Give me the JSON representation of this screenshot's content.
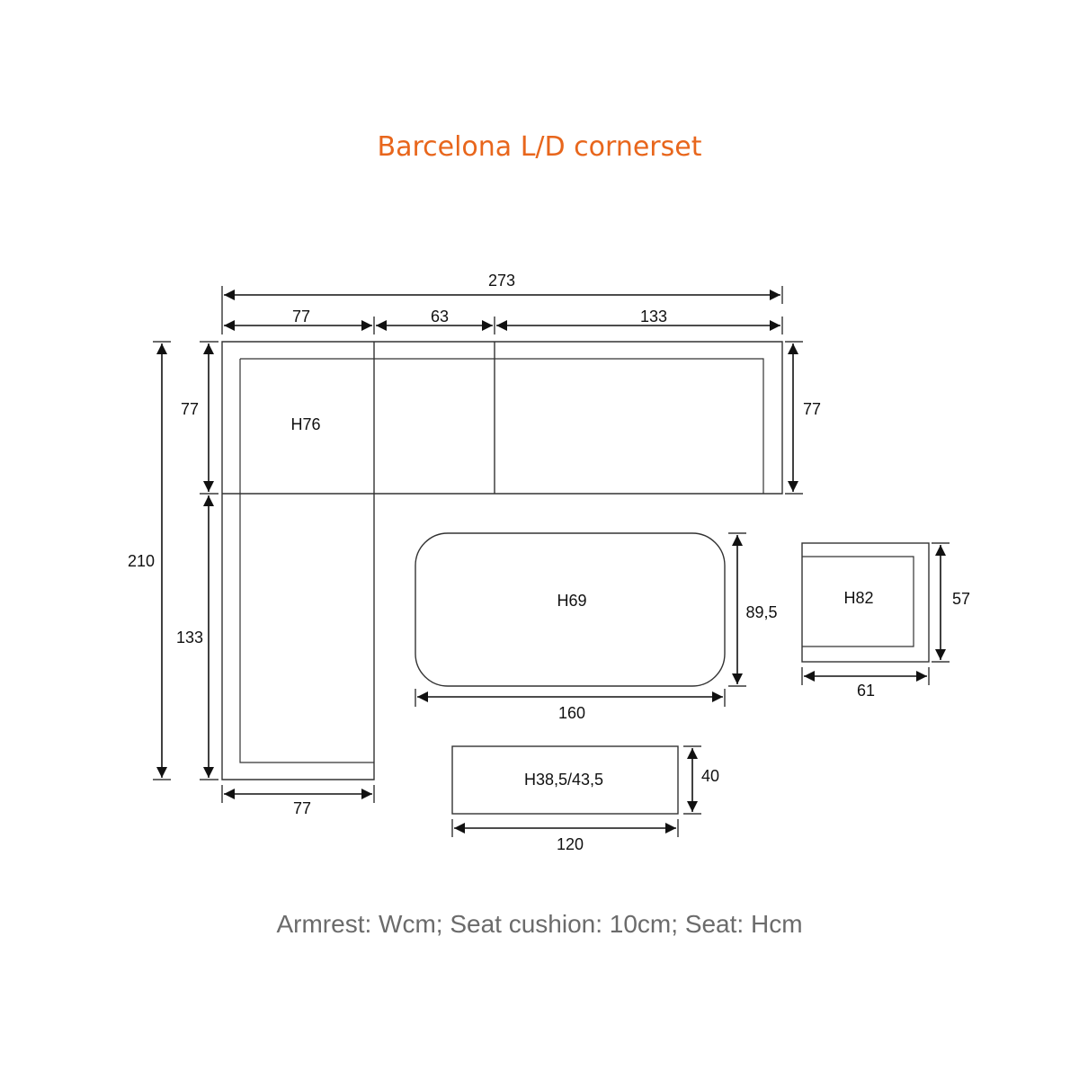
{
  "title": "Barcelona L/D cornerset",
  "footnote": "Armrest: Wcm; Seat cushion: 10cm; Seat: Hcm",
  "colors": {
    "title": "#E8661C",
    "footnote": "#6B6B6B",
    "lines": "#333333"
  },
  "dimensions": {
    "total_width": "273",
    "corner_width": "77",
    "middle_width": "63",
    "right_width": "133",
    "top_depth_left": "77",
    "total_depth": "210",
    "lower_depth": "133",
    "top_depth_right": "77",
    "bottom_width": "77",
    "table_depth": "89,5",
    "table_width": "160",
    "chair_depth": "57",
    "chair_width": "61",
    "stool_depth": "40",
    "stool_width": "120"
  },
  "heights": {
    "corner": "H76",
    "table": "H69",
    "chair": "H82",
    "stool": "H38,5/43,5"
  }
}
